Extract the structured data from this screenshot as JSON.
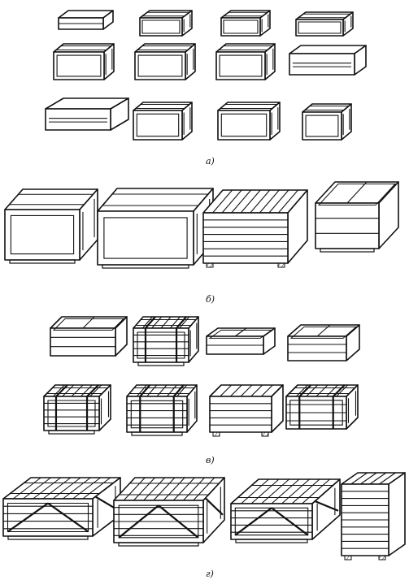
{
  "groups": [
    {
      "label": "а)",
      "items": [
        {
          "style": "lid"
        },
        {
          "style": "framed"
        },
        {
          "style": "framed"
        },
        {
          "style": "framed"
        },
        {
          "style": "framed"
        },
        {
          "style": "framed"
        },
        {
          "style": "framed"
        },
        {
          "style": "slot"
        },
        {
          "style": "slot"
        },
        {
          "style": "framed"
        },
        {
          "style": "framed"
        },
        {
          "style": "framed"
        }
      ]
    },
    {
      "label": "б)",
      "items": [
        {
          "style": "framed"
        },
        {
          "style": "framed"
        },
        {
          "style": "planked"
        },
        {
          "style": "open"
        }
      ]
    },
    {
      "label": "в)",
      "items": [
        {
          "style": "open"
        },
        {
          "style": "banded"
        },
        {
          "style": "tray"
        },
        {
          "style": "open"
        },
        {
          "style": "banded"
        },
        {
          "style": "banded"
        },
        {
          "style": "planked"
        },
        {
          "style": "banded"
        }
      ]
    },
    {
      "label": "г)",
      "items": [
        {
          "style": "braced"
        },
        {
          "style": "braced"
        },
        {
          "style": "braced"
        },
        {
          "style": "planked"
        }
      ]
    }
  ]
}
